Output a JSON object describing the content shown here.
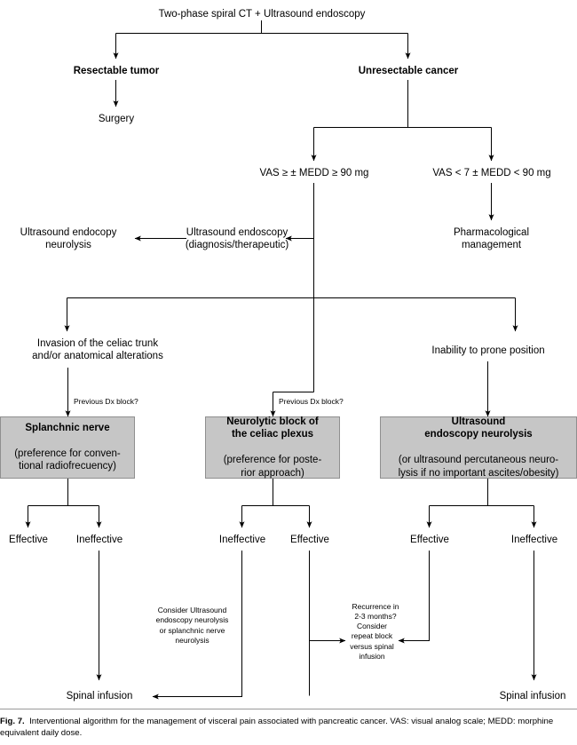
{
  "figure": {
    "number": "Fig. 7.",
    "caption": "Interventional algorithm for the management of visceral pain associated with pancreatic cancer. VAS: visual analog scale; MEDD: morphine equivalent daily dose."
  },
  "colors": {
    "box_fill": "#c6c6c6",
    "box_border": "#8f8f8f",
    "line": "#000000",
    "text": "#000000",
    "rule": "#9a9a9a"
  },
  "chart_data": {
    "type": "diagram",
    "title": "Interventional algorithm for the management of visceral pain associated with pancreatic cancer",
    "nodes": [
      {
        "id": "root",
        "label": "Two-phase spiral CT + Ultrasound endoscopy",
        "style": "plain"
      },
      {
        "id": "resectable",
        "label": "Resectable tumor",
        "style": "bold"
      },
      {
        "id": "unresect",
        "label": "Unresectable cancer",
        "style": "bold"
      },
      {
        "id": "surgery",
        "label": "Surgery",
        "style": "plain"
      },
      {
        "id": "vas_high",
        "label": "VAS ≥ ± MEDD ≥ 90 mg",
        "style": "plain"
      },
      {
        "id": "vas_low",
        "label": "VAS < 7 ± MEDD < 90 mg",
        "style": "plain"
      },
      {
        "id": "us_endo",
        "label": "Ultrasound endoscopy\n(diagnosis/therapeutic)",
        "style": "plain"
      },
      {
        "id": "us_neuro",
        "label": "Ultrasound endocopy\nneurolysis",
        "style": "plain"
      },
      {
        "id": "pharm",
        "label": "Pharmacological\nmanagement",
        "style": "plain"
      },
      {
        "id": "invasion",
        "label": "Invasion of the celiac trunk\nand/or anatomical alterations",
        "style": "plain"
      },
      {
        "id": "prone",
        "label": "Inability to prone position",
        "style": "plain"
      },
      {
        "id": "dx1",
        "label": "Previous Dx block?",
        "style": "small"
      },
      {
        "id": "dx2",
        "label": "Previous Dx block?",
        "style": "small"
      },
      {
        "id": "box_splanchnic",
        "head": "Splanchnic nerve",
        "sub": "(preference for conven-\ntional radiofrecuency)",
        "style": "graybox"
      },
      {
        "id": "box_neurolytic",
        "head": "Neurolytic block of\nthe celiac plexus",
        "sub": "(preference for poste-\nrior approach)",
        "style": "graybox"
      },
      {
        "id": "box_ultrasound",
        "head": "Ultrasound\nendoscopy neurolysis",
        "sub": "(or ultrasound percutaneous neuro-\nlysis if no important ascites/obesity)",
        "style": "graybox"
      },
      {
        "id": "eff1",
        "label": "Effective",
        "style": "plain"
      },
      {
        "id": "ineff1",
        "label": "Ineffective",
        "style": "plain"
      },
      {
        "id": "ineff2",
        "label": "Ineffective",
        "style": "plain"
      },
      {
        "id": "eff2",
        "label": "Effective",
        "style": "plain"
      },
      {
        "id": "eff3",
        "label": "Effective",
        "style": "plain"
      },
      {
        "id": "ineff3",
        "label": "Ineffective",
        "style": "plain"
      },
      {
        "id": "consider_us",
        "label": "Consider Ultrasound\nendoscopy neurolysis\nor splanchnic nerve\nneurolysis",
        "style": "small"
      },
      {
        "id": "recurrence",
        "label": "Recurrence in\n2-3 months?",
        "style": "small"
      },
      {
        "id": "repeat_block",
        "label": "Consider\nrepeat block\nversus spinal\ninfusion",
        "style": "small"
      },
      {
        "id": "spinal_left",
        "label": "Spinal infusion",
        "style": "plain"
      },
      {
        "id": "spinal_right",
        "label": "Spinal infusion",
        "style": "plain"
      }
    ],
    "edges": [
      {
        "from": "root",
        "to": "resectable"
      },
      {
        "from": "root",
        "to": "unresect"
      },
      {
        "from": "resectable",
        "to": "surgery"
      },
      {
        "from": "unresect",
        "to": "vas_high"
      },
      {
        "from": "unresect",
        "to": "vas_low"
      },
      {
        "from": "vas_high",
        "to": "us_endo"
      },
      {
        "from": "us_endo",
        "to": "us_neuro"
      },
      {
        "from": "vas_low",
        "to": "pharm"
      },
      {
        "from": "vas_high",
        "to": "invasion"
      },
      {
        "from": "vas_high",
        "to": "prone"
      },
      {
        "from": "vas_high",
        "to": "box_neurolytic"
      },
      {
        "from": "invasion",
        "to": "box_splanchnic"
      },
      {
        "from": "prone",
        "to": "box_ultrasound"
      },
      {
        "from": "box_splanchnic",
        "to": "eff1"
      },
      {
        "from": "box_splanchnic",
        "to": "ineff1"
      },
      {
        "from": "box_neurolytic",
        "to": "ineff2"
      },
      {
        "from": "box_neurolytic",
        "to": "eff2"
      },
      {
        "from": "box_ultrasound",
        "to": "eff3"
      },
      {
        "from": "box_ultrasound",
        "to": "ineff3"
      },
      {
        "from": "ineff1",
        "to": "spinal_left"
      },
      {
        "from": "ineff2",
        "to": "spinal_left"
      },
      {
        "from": "eff2",
        "to": "repeat_block"
      },
      {
        "from": "eff3",
        "to": "repeat_block"
      },
      {
        "from": "ineff3",
        "to": "spinal_right"
      }
    ]
  },
  "labels": {
    "root": "Two-phase spiral CT + Ultrasound endoscopy",
    "resectable": "Resectable tumor",
    "unresectable": "Unresectable cancer",
    "surgery": "Surgery",
    "vas_high": "VAS ≥ ± MEDD ≥ 90 mg",
    "vas_low": "VAS < 7 ± MEDD < 90 mg",
    "us_endoscopy": "Ultrasound endoscopy\n(diagnosis/therapeutic)",
    "us_neurolysis": "Ultrasound endocopy\nneurolysis",
    "pharmacological": "Pharmacological\nmanagement",
    "invasion": "Invasion of the celiac trunk\nand/or anatomical alterations",
    "prone": "Inability to prone position",
    "dx_block_1": "Previous Dx block?",
    "dx_block_2": "Previous Dx block?",
    "box1_head": "Splanchnic nerve",
    "box1_sub": "(preference for conven-\ntional radiofrecuency)",
    "box2_head": "Neurolytic block of\nthe celiac plexus",
    "box2_sub": "(preference for poste-\nrior approach)",
    "box3_head": "Ultrasound\nendoscopy neurolysis",
    "box3_sub": "(or ultrasound percutaneous neuro-\nlysis if no important ascites/obesity)",
    "effective_1": "Effective",
    "ineffective_1": "Ineffective",
    "ineffective_2": "Ineffective",
    "effective_2": "Effective",
    "effective_3": "Effective",
    "ineffective_3": "Ineffective",
    "consider_us": "Consider Ultrasound\nendoscopy neurolysis\nor splanchnic nerve\nneurolysis",
    "recurrence": "Recurrence in\n2-3 months?",
    "repeat_block": "Consider\nrepeat block\nversus spinal\ninfusion",
    "spinal_left": "Spinal infusion",
    "spinal_right": "Spinal infusion"
  }
}
